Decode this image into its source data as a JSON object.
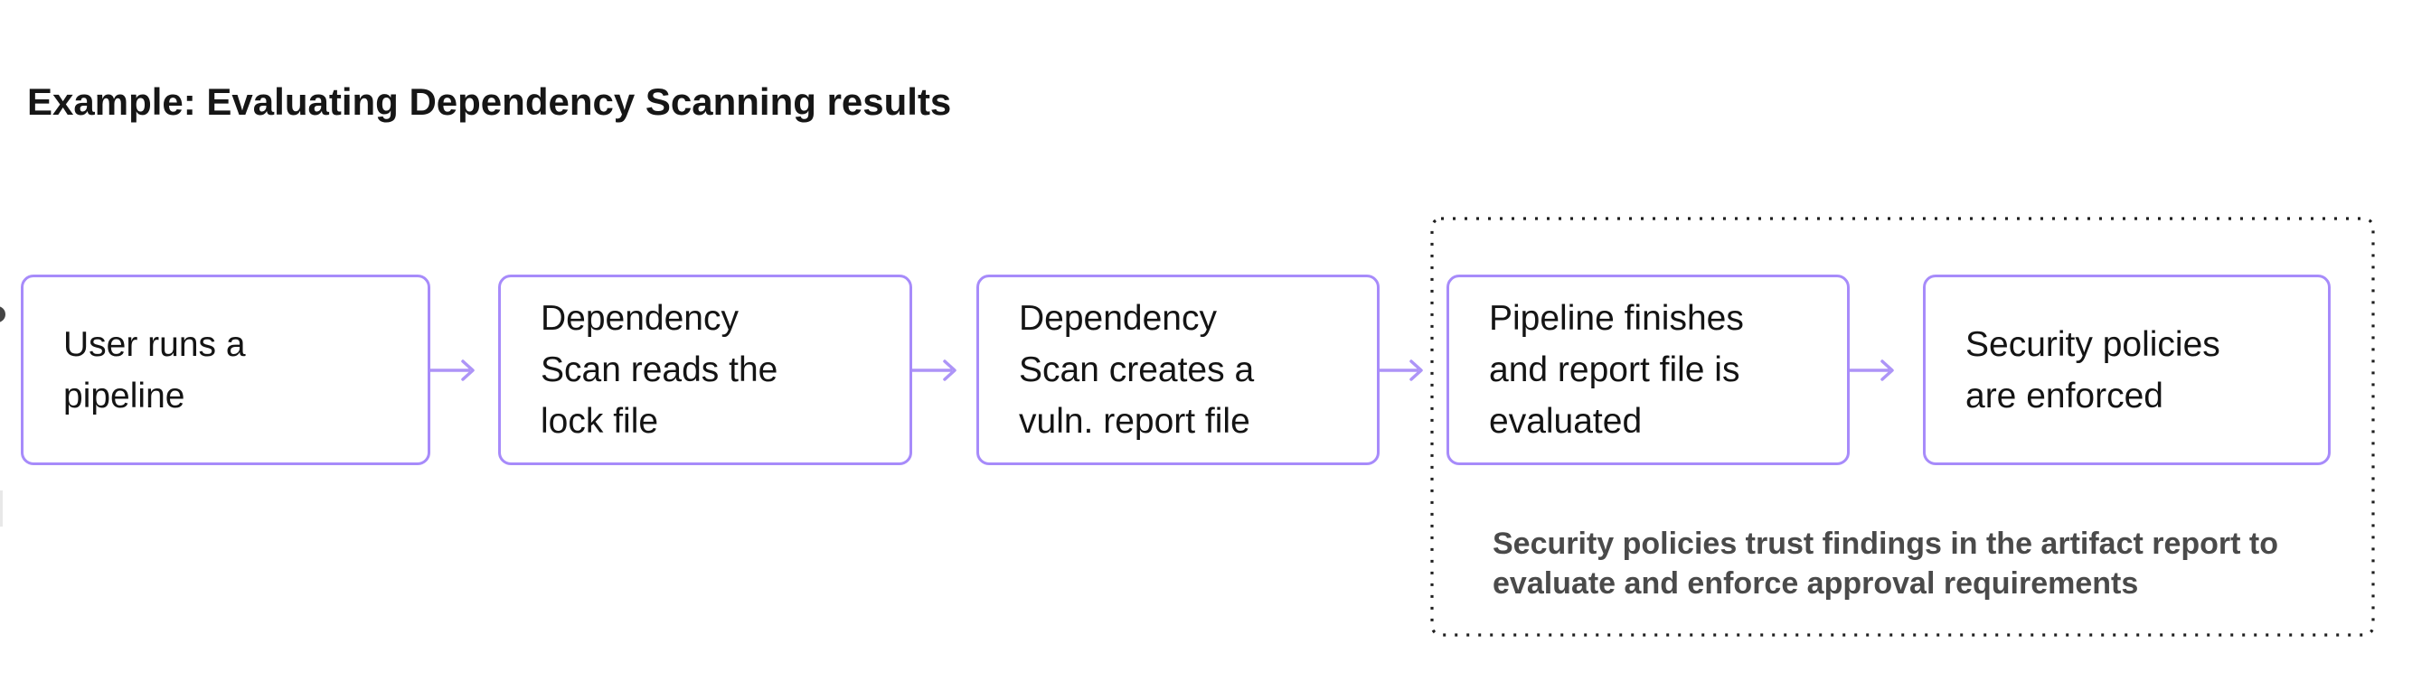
{
  "title": "Example: Evaluating Dependency Scanning results",
  "flow": {
    "steps": [
      {
        "label": "User runs a\npipeline"
      },
      {
        "label": "Dependency\nScan reads the\nlock file"
      },
      {
        "label": "Dependency\nScan creates a\nvuln. report file"
      },
      {
        "label": "Pipeline finishes\nand report file is\nevaluated"
      },
      {
        "label": "Security policies\nare enforced"
      }
    ],
    "connector_style": "thin-right-arrow",
    "group": {
      "contains_steps": [
        4,
        5
      ],
      "caption": "Security policies trust findings in the artifact report to\nevaluate and enforce approval requirements"
    }
  },
  "colors": {
    "background": "#ffffff",
    "box_border": "#a78bfa",
    "arrow": "#ad94f7",
    "step_text": "#141414",
    "caption_text": "#4a4a4a",
    "group_outline": "#1f1f1f",
    "title_text": "#161616"
  }
}
